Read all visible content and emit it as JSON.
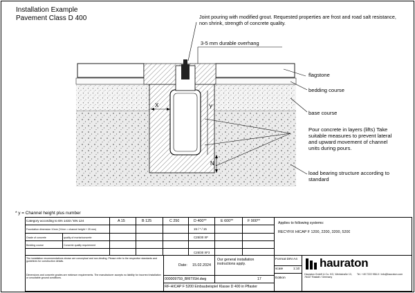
{
  "title": {
    "line1": "Installation Example",
    "line2": "Pavement Class D 400"
  },
  "annotations": {
    "joint": "Joint pouring with modified grout. Requested properties are frost and road salt resistance, non shrink, strength of concrete quality.",
    "overhang": "3-5 mm durable overhang",
    "flagstone": "flagstone",
    "bedding": "bedding course",
    "base": "base course",
    "pour": "Pour concrete in layers (lifts) Take suitable measures to prevent lateral and upward movement of channel units during pours.",
    "load": "load bearing structure according to standard",
    "dim_x": "X",
    "dim_y": "Y",
    "dim_n": "N",
    "footnote": "* y = Channel height plus number"
  },
  "table": {
    "category_label": "Category according to EN 1433 / EN 124",
    "classes": [
      "A 15",
      "B 125",
      "C 250",
      "D 400**",
      "E 600**",
      "F 900**"
    ],
    "row2_label": "Foundation dimension X/mm (Y/mm = channel height + 25 mm)",
    "row2_d": "15 / * / 15",
    "row3_label": "Grade of concrete",
    "row3_sub": "quality of mortar/concrete",
    "row4_label": "Concrete quality requirement",
    "row4_d": "C25/30 XF",
    "row5_label": "Bedding course",
    "row5_d": "C25/30 XF3",
    "applies_label": "Applies to following systems:",
    "systems": "RECYFIX HICAP F 1200, 2200, 3200, 5200",
    "disclaimer1": "The installation recommendations shown are conceptual and non-binding. Please refer to the respective standards and guidelines for construction details.",
    "disclaimer2": "Dimensions and concrete grades are minimum requirements. The manufacturer accepts no liability for incorrect installation or unsuitable ground conditions.",
    "date_label": "Date:",
    "date_value": "15.02.2024",
    "general_info": "Our general installation instructions apply.",
    "drawing_number": "000009759_BRITISH.dwg",
    "sheet": "17",
    "bottom_title": "RF-HICAP F 5200 Einbaubeispiel Klasse D 400 in Pflaster",
    "format_label": "Format DIN",
    "format_value": "A4",
    "scale_label": "scale",
    "scale_value": "1:10",
    "edition_label": "Edition",
    "address": "Hauraton GmbH & Co. KG, Werkstraße 13, 76437 Rastatt / Germany",
    "contact": "Tel. +49 7222 958-0 / info@hauraton.com",
    "brand": "hauraton"
  }
}
